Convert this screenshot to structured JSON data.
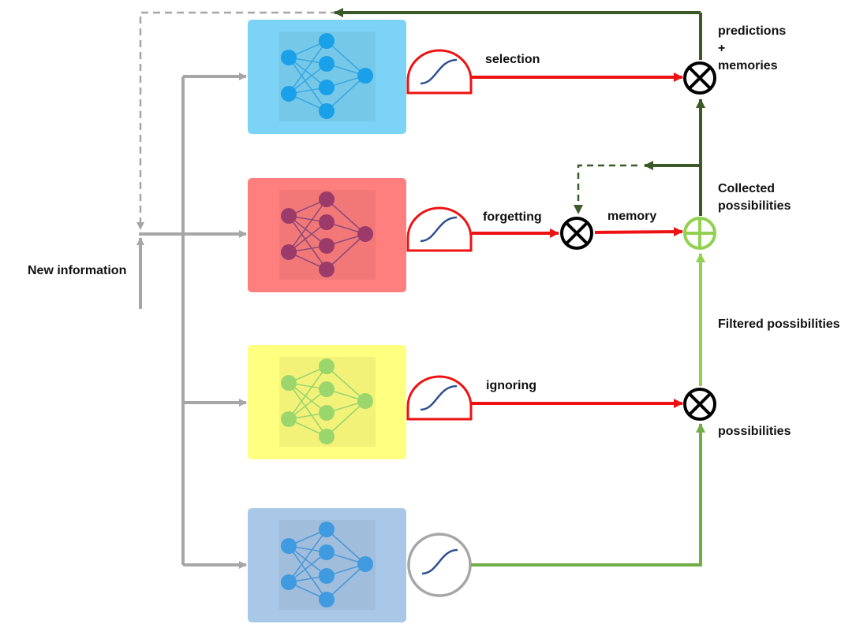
{
  "labels": {
    "new_information": "New information",
    "selection": "selection",
    "forgetting": "forgetting",
    "memory": "memory",
    "ignoring": "ignoring",
    "predictions": "predictions",
    "plus": "+",
    "memories": "memories",
    "collected_line1": "Collected",
    "collected_line2": "possibilities",
    "filtered": "Filtered possibilities",
    "possibilities": "possibilities"
  },
  "colors": {
    "input_gray": "#a6a6a6",
    "gate_red": "#ee1111",
    "dark_green": "#3b5a27",
    "light_green": "#70ad47",
    "pale_green": "#92d050",
    "sigmoid_curve": "#2f4f8f",
    "box_selection": "#7dd3f5",
    "box_forgetting": "#ff7f7f",
    "box_ignoring": "#ffff80",
    "box_prediction": "#a9c8e8"
  },
  "networks": [
    {
      "name": "selection-network",
      "box_color": "#7dd3f5",
      "node_color": "#1aa0e8",
      "edge_color": "#3aa8e0"
    },
    {
      "name": "forgetting-network",
      "box_color": "#ff7f7f",
      "node_color": "#9c3b6a",
      "edge_color": "#8e4a78"
    },
    {
      "name": "ignoring-network",
      "box_color": "#ffff80",
      "node_color": "#9bd66c",
      "edge_color": "#9bd66c"
    },
    {
      "name": "prediction-network",
      "box_color": "#a9c8e8",
      "node_color": "#3f9ae0",
      "edge_color": "#4a98d8"
    }
  ],
  "icons": {
    "multiply": "circle-times-icon",
    "add": "circle-plus-icon",
    "sigmoid": "sigmoid-squash-icon"
  }
}
